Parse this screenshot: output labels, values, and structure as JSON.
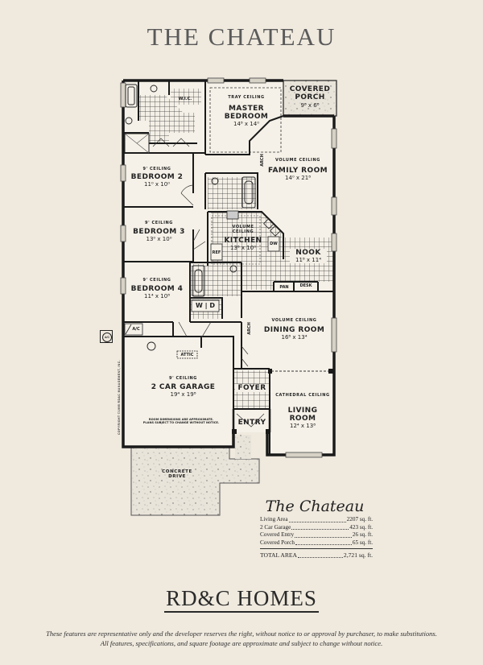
{
  "header": {
    "title": "THE CHATEAU"
  },
  "rooms": {
    "master_bedroom": {
      "ceiling": "TRAY CEILING",
      "name": "MASTER BEDROOM",
      "name_l1": "MASTER",
      "name_l2": "BEDROOM",
      "dim": "14⁸ x 14⁰"
    },
    "covered_porch": {
      "name_l1": "COVERED",
      "name_l2": "PORCH",
      "dim": "9⁸ x 6⁸"
    },
    "wic": {
      "name": "W.I.C."
    },
    "family_room": {
      "ceiling": "VOLUME CEILING",
      "name": "FAMILY ROOM",
      "dim": "14⁰ x 21⁸"
    },
    "bedroom_2": {
      "ceiling": "9' CEILING",
      "name": "BEDROOM 2",
      "dim": "11⁰ x 10⁰"
    },
    "bedroom_3": {
      "ceiling": "9' CEILING",
      "name": "BEDROOM 3",
      "dim": "13⁰ x 10⁰"
    },
    "kitchen": {
      "ceiling_l1": "VOLUME",
      "ceiling_l2": "CEILING",
      "name": "KITCHEN",
      "dim": "13⁸ x 10⁰"
    },
    "nook": {
      "name": "NOOK",
      "dim": "11⁸ x 11⁴"
    },
    "bedroom_4": {
      "ceiling": "9' CEILING",
      "name": "BEDROOM 4",
      "dim": "11⁴ x 10⁸"
    },
    "dining_room": {
      "ceiling": "VOLUME CEILING",
      "name": "DINING ROOM",
      "dim": "16⁸ x 13⁴"
    },
    "garage": {
      "ceiling": "9' CEILING",
      "name": "2 CAR GARAGE",
      "dim": "19⁴ x 19⁸"
    },
    "foyer": {
      "name": "FOYER"
    },
    "entry": {
      "name": "ENTRY"
    },
    "living_room": {
      "ceiling": "CATHEDRAL CEILING",
      "name_l1": "LIVING",
      "name_l2": "ROOM",
      "dim": "12⁴ x 13⁸"
    },
    "drive": {
      "name_l1": "CONCRETE",
      "name_l2": "DRIVE"
    }
  },
  "tags": {
    "arch": "ARCH",
    "ref": "REF",
    "dw": "DW",
    "pan": "PAN",
    "desk": "DESK",
    "washer_dryer": "W | D",
    "ac": "A/C",
    "attic": "ATTIC",
    "room_note_l1": "ROOM DIMENSIONS ARE APPROXIMATE.",
    "room_note_l2": "PLANS SUBJECT TO CHANGE WITHOUT NOTICE.",
    "copyright": "COPYRIGHT ©1995 RD&C MANAGEMENT, INC."
  },
  "summary": {
    "title": "The Chateau",
    "rows": [
      {
        "label": "Living Area",
        "value": "2207 sq. ft."
      },
      {
        "label": "2 Car Garage",
        "value": "423 sq. ft."
      },
      {
        "label": "Covered Entry",
        "value": "26 sq. ft."
      },
      {
        "label": "Covered Porch",
        "value": "65 sq. ft."
      }
    ],
    "total": {
      "label": "TOTAL AREA",
      "value": "2,721 sq. ft."
    }
  },
  "footer": {
    "brand": "RD&C HOMES",
    "disclaimer_l1": "These features are representative only and the developer reserves the right, without notice to or approval by purchaser, to make substitutions.",
    "disclaimer_l2": "All features, specifications, and square footage are approximate and subject to change without notice."
  },
  "colors": {
    "paper": "#efe9de",
    "ink": "#1e1e1e",
    "title": "#5a5a5a"
  }
}
